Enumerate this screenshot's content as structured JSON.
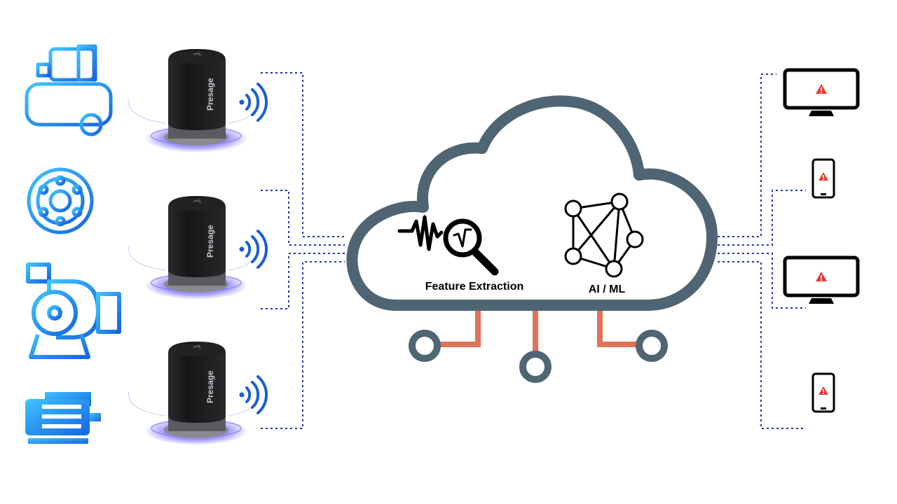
{
  "sensor": {
    "brand": "Presage"
  },
  "cloud": {
    "feature_label": "Feature Extraction",
    "ai_label": "AI / ML"
  },
  "colors": {
    "machine_blue": "#1e88f0",
    "machine_light": "#3fb4ff",
    "sensor_body": "#1c1c1e",
    "sensor_glow": "#6a5cff",
    "signal_blue": "#1a5fd6",
    "dotted_line": "#2233aa",
    "cloud_stroke": "#4f6573",
    "circuit_orange": "#e0735a",
    "alert_red": "#e53935"
  },
  "machines": [
    {
      "icon": "air-compressor-icon"
    },
    {
      "icon": "bearing-icon"
    },
    {
      "icon": "centrifugal-pump-icon"
    },
    {
      "icon": "electric-motor-icon"
    }
  ],
  "sensors": [
    {
      "id": 1
    },
    {
      "id": 2
    },
    {
      "id": 3
    }
  ],
  "devices": [
    {
      "icon": "monitor-alert-icon"
    },
    {
      "icon": "phone-alert-icon"
    },
    {
      "icon": "monitor-alert-icon"
    },
    {
      "icon": "phone-alert-icon"
    }
  ]
}
